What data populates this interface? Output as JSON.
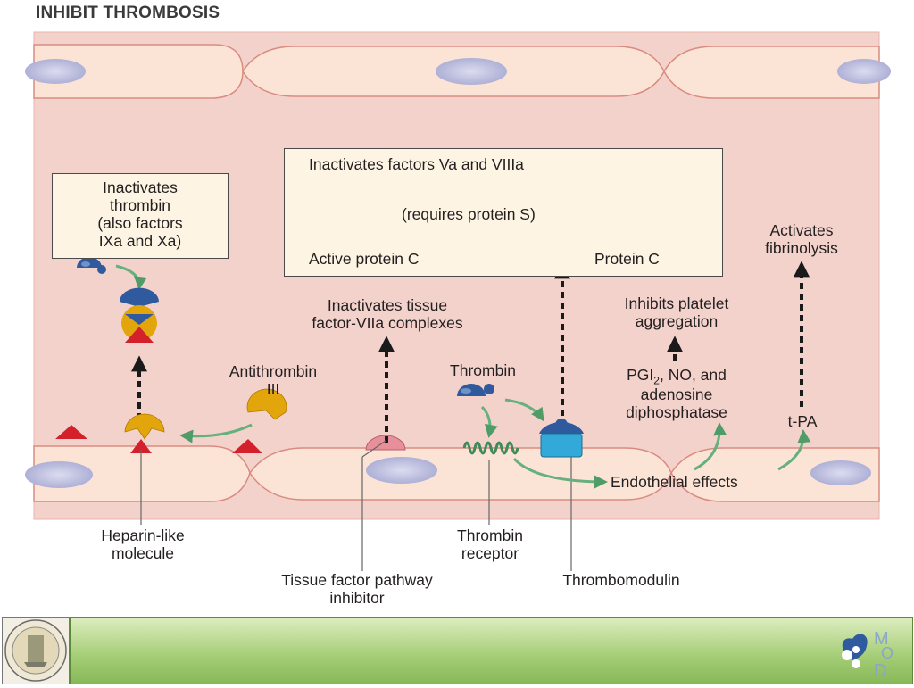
{
  "title": "INHIBIT THROMBOSIS",
  "boxes": {
    "antithrombin_effect": [
      "Inactivates",
      "thrombin",
      "(also factors",
      "IXa and Xa)"
    ],
    "protein_c": {
      "top": "Inactivates factors Va and VIIIa",
      "middle": "(requires protein S)",
      "left": "Active protein C",
      "right": "Protein C"
    }
  },
  "labels": {
    "tfpi_effect": [
      "Inactivates tissue",
      "factor-VIIa complexes"
    ],
    "fibrinolysis": [
      "Activates",
      "fibrinolysis"
    ],
    "platelet": [
      "Inhibits platelet",
      "aggregation"
    ],
    "pgi_line1_pre": "PGI",
    "pgi_line1_sub": "2",
    "pgi_line1_post": ", NO, and",
    "pgi_line2": "adenosine",
    "pgi_line3": "diphosphatase",
    "tpa": "t-PA",
    "antithrombin": [
      "Antithrombin",
      "III"
    ],
    "thrombin": "Thrombin",
    "endothelial": "Endothelial effects",
    "heparin": [
      "Heparin-like",
      "molecule"
    ],
    "tfpi": [
      "Tissue factor pathway",
      "inhibitor"
    ],
    "thrombin_receptor": [
      "Thrombin",
      "receptor"
    ],
    "thrombomodulin": "Thrombomodulin"
  },
  "colors": {
    "vessel_lumen": "#f4d2cc",
    "cell_fill": "#fbe4d6",
    "cell_border": "#d98b80",
    "nucleus": "#c4c4e0",
    "arrow_green": "#66b07d",
    "antithrombin_gold": "#e3a50c",
    "thrombin_blue": "#2f5a9e",
    "factor_red": "#d4202a",
    "footer_green": "#a8cf7a"
  },
  "footer": {
    "logo": "MOD",
    "seal_icon": "university-seal"
  }
}
